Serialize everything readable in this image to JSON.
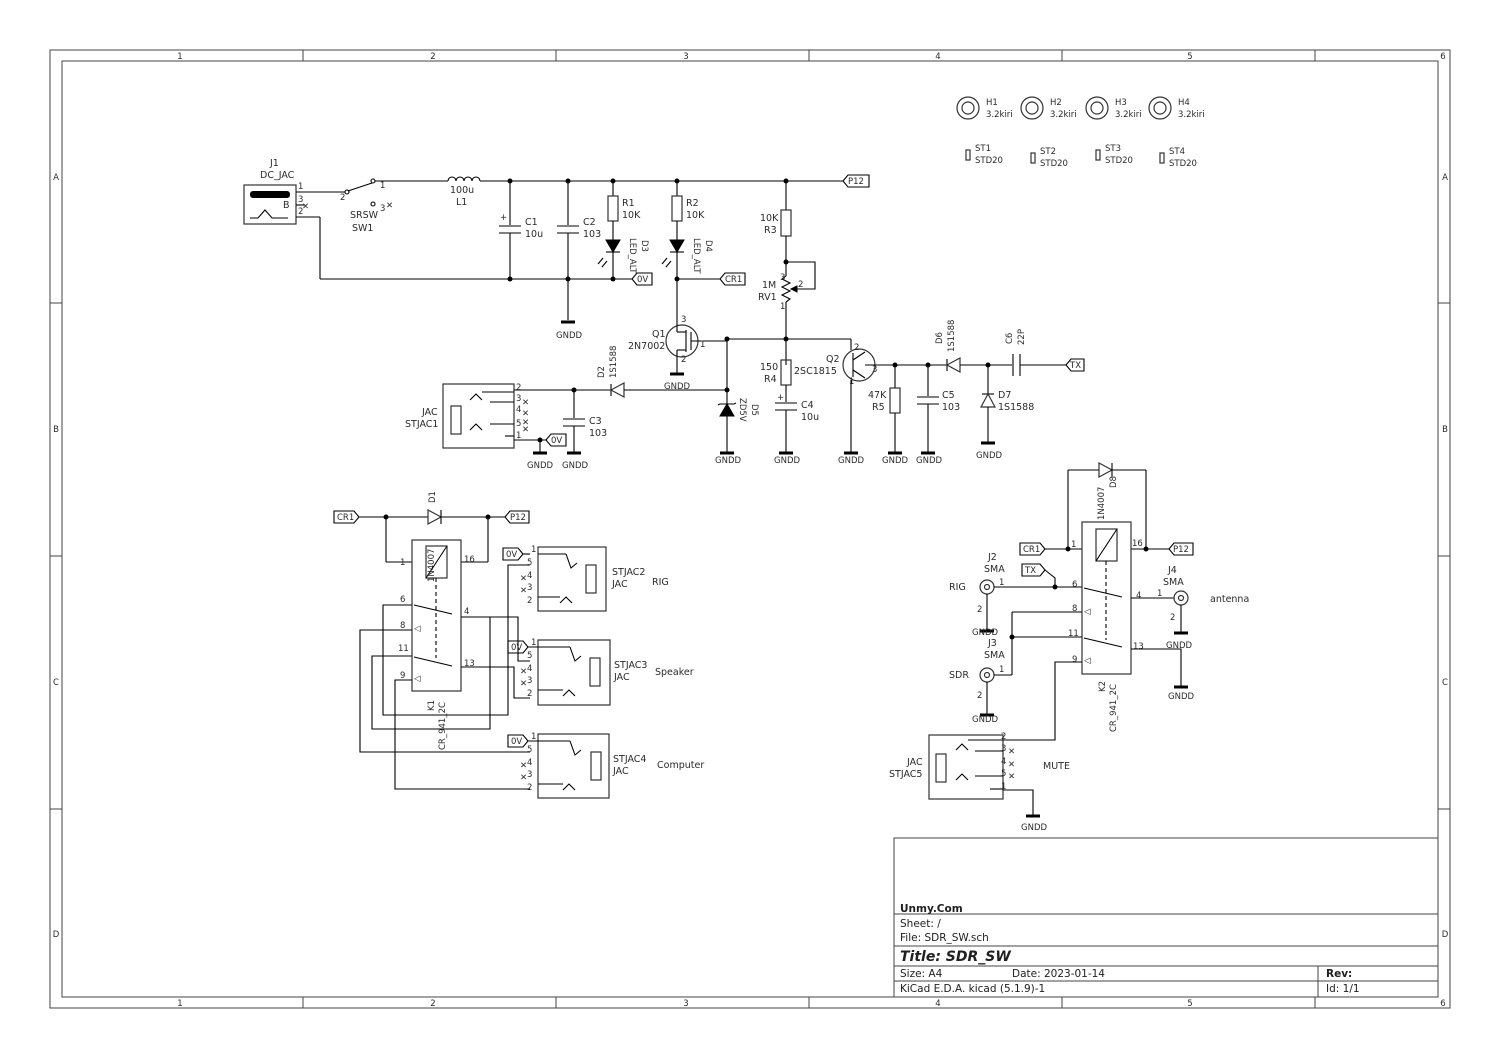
{
  "frame": {
    "columns": [
      "1",
      "2",
      "3",
      "4",
      "5",
      "6"
    ],
    "rows": [
      "A",
      "B",
      "C",
      "D"
    ]
  },
  "title_block": {
    "company": "Unmy.Com",
    "sheet": "Sheet: /",
    "file": "File: SDR_SW.sch",
    "title": "Title: SDR_SW",
    "size": "Size: A4",
    "date": "Date: 2023-01-14",
    "rev": "Rev:",
    "tool": "KiCad E.D.A.  kicad (5.1.9)-1",
    "id": "Id: 1/1"
  },
  "net_labels": {
    "p12": "P12",
    "zero_v": "0V",
    "cr1": "CR1",
    "tx": "TX",
    "gndd": "GNDD"
  },
  "components": {
    "j1": {
      "ref": "J1",
      "value": "DC_JAC",
      "pin_b": "B"
    },
    "sw1": {
      "ref": "SW1",
      "value": "SRSW"
    },
    "l1": {
      "ref": "L1",
      "value": "100u"
    },
    "c1": {
      "ref": "C1",
      "value": "10u"
    },
    "c2": {
      "ref": "C2",
      "value": "103"
    },
    "r1": {
      "ref": "R1",
      "value": "10K"
    },
    "r2": {
      "ref": "R2",
      "value": "10K"
    },
    "d3": {
      "ref": "D3",
      "value": "LED_ALT"
    },
    "d4": {
      "ref": "D4",
      "value": "LED_ALT"
    },
    "r3": {
      "ref": "R3",
      "value": "10K"
    },
    "rv1": {
      "ref": "RV1",
      "value": "1M"
    },
    "q1": {
      "ref": "Q1",
      "value": "2N7002"
    },
    "q2": {
      "ref": "Q2",
      "value": "2SC1815"
    },
    "r4": {
      "ref": "R4",
      "value": "150"
    },
    "c4": {
      "ref": "C4",
      "value": "10u"
    },
    "d5": {
      "ref": "D5",
      "value": "ZD5V"
    },
    "r5": {
      "ref": "R5",
      "value": "47K"
    },
    "c5": {
      "ref": "C5",
      "value": "103"
    },
    "d6": {
      "ref": "D6",
      "value": "1S1588"
    },
    "d7": {
      "ref": "D7",
      "value": "1S1588"
    },
    "c6": {
      "ref": "C6",
      "value": "22P"
    },
    "d2": {
      "ref": "D2",
      "value": "1S1588"
    },
    "c3": {
      "ref": "C3",
      "value": "103"
    },
    "stjac1": {
      "ref": "STJAC1",
      "value": "JAC"
    },
    "d1": {
      "ref": "D1",
      "value": "1N4007"
    },
    "k1": {
      "ref": "K1",
      "value": "CR_941_2C"
    },
    "stjac2": {
      "ref": "STJAC2",
      "value": "JAC",
      "note": "RIG"
    },
    "stjac3": {
      "ref": "STJAC3",
      "value": "JAC",
      "note": "Speaker"
    },
    "stjac4": {
      "ref": "STJAC4",
      "value": "JAC",
      "note": "Computer"
    },
    "d8": {
      "ref": "D8",
      "value": "1N4007"
    },
    "k2": {
      "ref": "K2",
      "value": "CR_941_2C"
    },
    "j2": {
      "ref": "J2",
      "value": "SMA",
      "note": "RIG"
    },
    "j3": {
      "ref": "J3",
      "value": "SMA",
      "note": "SDR"
    },
    "j4": {
      "ref": "J4",
      "value": "SMA",
      "note": "antenna"
    },
    "stjac5": {
      "ref": "STJAC5",
      "value": "JAC",
      "note": "MUTE"
    },
    "h1": {
      "ref": "H1",
      "value": "3.2kiri"
    },
    "h2": {
      "ref": "H2",
      "value": "3.2kiri"
    },
    "h3": {
      "ref": "H3",
      "value": "3.2kiri"
    },
    "h4": {
      "ref": "H4",
      "value": "3.2kiri"
    },
    "st1": {
      "ref": "ST1",
      "value": "STD20"
    },
    "st2": {
      "ref": "ST2",
      "value": "STD20"
    },
    "st3": {
      "ref": "ST3",
      "value": "STD20"
    },
    "st4": {
      "ref": "ST4",
      "value": "STD20"
    }
  }
}
